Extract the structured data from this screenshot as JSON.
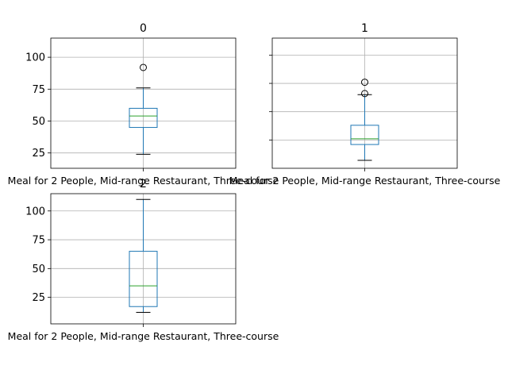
{
  "chart_data": [
    {
      "type": "box",
      "title": "0",
      "categories": [
        "Meal for 2 People, Mid-range Restaurant, Three-course"
      ],
      "whisker_low": 24,
      "q1": 45,
      "median": 54,
      "q3": 60,
      "whisker_high": 76,
      "outliers": [
        92
      ],
      "ylim": [
        13,
        115
      ],
      "yticks": [
        25,
        50,
        75,
        100
      ],
      "ytick_labels_visible": true,
      "grid": true
    },
    {
      "type": "box",
      "title": "1",
      "categories": [
        "Meal for 2 People, Mid-range Restaurant, Three-course"
      ],
      "whisker_low": 7,
      "q1": 21,
      "median": 26,
      "q3": 38,
      "whisker_high": 65,
      "outliers": [
        66,
        76
      ],
      "ylim": [
        0,
        115
      ],
      "yticks": [
        25,
        50,
        75,
        100
      ],
      "ytick_labels_visible": false,
      "grid": true
    },
    {
      "type": "box",
      "title": "2",
      "categories": [
        "Meal for 2 People, Mid-range Restaurant, Three-course"
      ],
      "whisker_low": 12,
      "q1": 17,
      "median": 35,
      "q3": 65,
      "whisker_high": 110,
      "outliers": [],
      "ylim": [
        2,
        115
      ],
      "yticks": [
        25,
        50,
        75,
        100
      ],
      "ytick_labels_visible": true,
      "grid": true
    }
  ],
  "colors": {
    "box": "#1f77b4",
    "median": "#2ca02c",
    "grid": "#b0b0b0",
    "axes": "#000000"
  }
}
